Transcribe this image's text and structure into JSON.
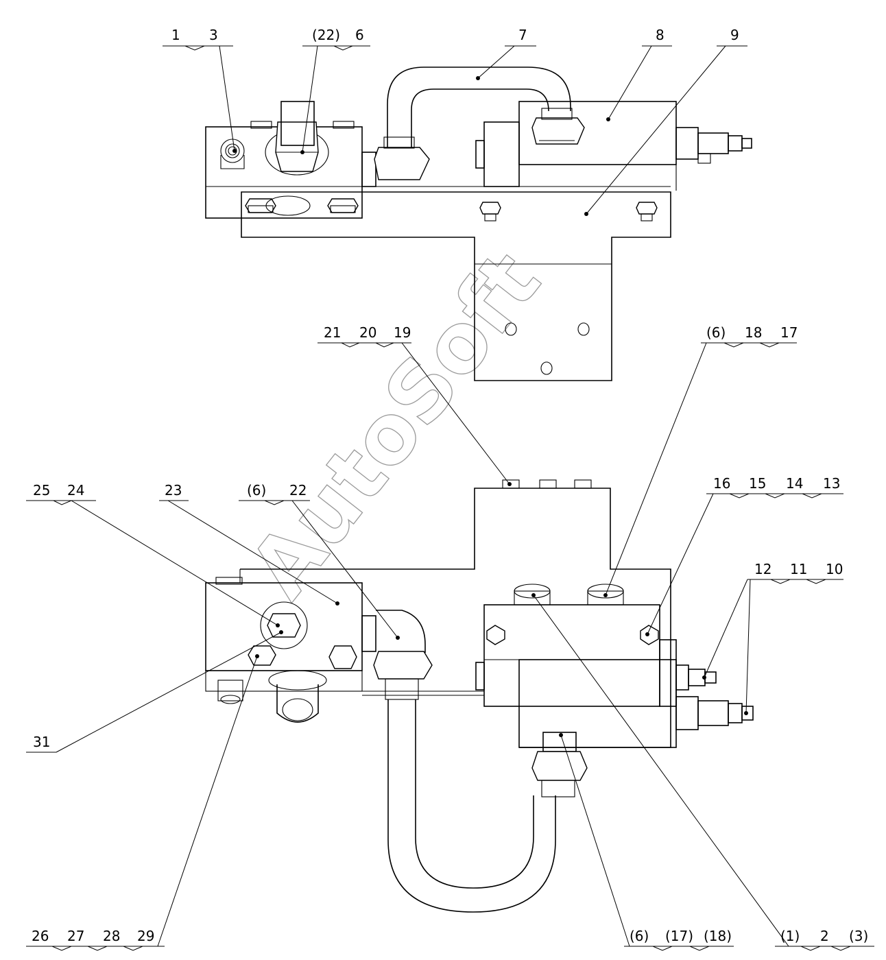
{
  "watermark": "AutoSoft",
  "callouts": {
    "g1": [
      "1",
      "3"
    ],
    "g2": [
      "(22)",
      "6"
    ],
    "g3": [
      "7"
    ],
    "g4": [
      "8"
    ],
    "g5": [
      "9"
    ],
    "g6": [
      "21",
      "20",
      "19"
    ],
    "g7": [
      "(6)",
      "18",
      "17"
    ],
    "g8": [
      "16",
      "15",
      "14",
      "13"
    ],
    "g9": [
      "12",
      "11",
      "10"
    ],
    "g10": [
      "25",
      "24"
    ],
    "g11": [
      "23"
    ],
    "g12": [
      "(6)",
      "22"
    ],
    "g13": [
      "31"
    ],
    "g14": [
      "26",
      "27",
      "28",
      "29"
    ],
    "g15": [
      "(6)",
      "(17)",
      "(18)"
    ],
    "g16": [
      "(1)",
      "2",
      "(3)"
    ]
  }
}
